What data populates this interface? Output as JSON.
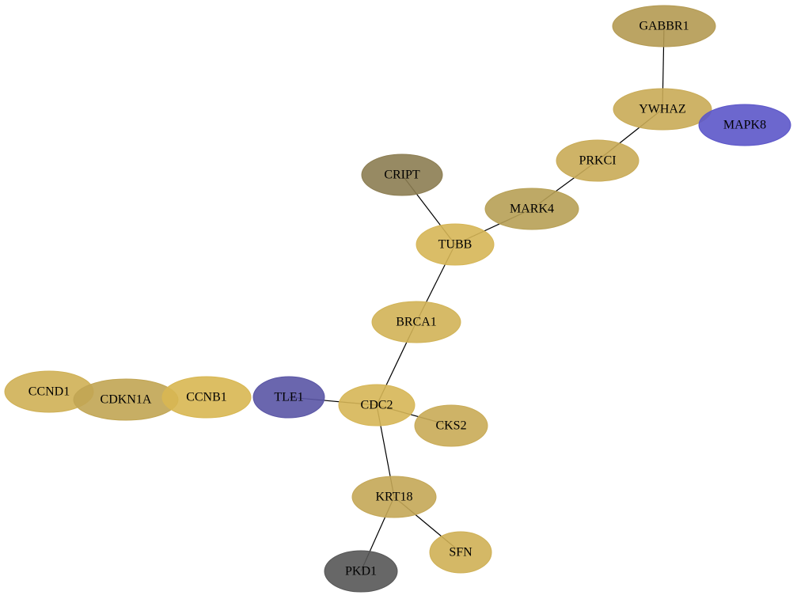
{
  "palette": {
    "gold": "#d3b352",
    "gold_light": "#d8ba56",
    "olive_gold": "#b49a52",
    "tan": "#c4a757",
    "dark_olive": "#8c7d52",
    "purple": "#5a55a5",
    "blue_purple": "#5c56c9",
    "gray": "#575757"
  },
  "nodes": [
    {
      "id": "GABBR1",
      "label": "GABBR1",
      "color": "#b49a52"
    },
    {
      "id": "YWHAZ",
      "label": "YWHAZ",
      "color": "#c9ab57"
    },
    {
      "id": "MAPK8",
      "label": "MAPK8",
      "color": "#5c56c9"
    },
    {
      "id": "PRKCI",
      "label": "PRKCI",
      "color": "#c9ab57"
    },
    {
      "id": "MARK4",
      "label": "MARK4",
      "color": "#b7a055"
    },
    {
      "id": "CRIPT",
      "label": "CRIPT",
      "color": "#8c7d52"
    },
    {
      "id": "TUBB",
      "label": "TUBB",
      "color": "#d6b656"
    },
    {
      "id": "BRCA1",
      "label": "BRCA1",
      "color": "#d1b356"
    },
    {
      "id": "CCND1",
      "label": "CCND1",
      "color": "#cfb055"
    },
    {
      "id": "CDKN1A",
      "label": "CDKN1A",
      "color": "#c1a553"
    },
    {
      "id": "CCNB1",
      "label": "CCNB1",
      "color": "#d8b752"
    },
    {
      "id": "TLE1",
      "label": "TLE1",
      "color": "#5a55a5"
    },
    {
      "id": "CDC2",
      "label": "CDC2",
      "color": "#d6b656"
    },
    {
      "id": "CKS2",
      "label": "CKS2",
      "color": "#c9ab57"
    },
    {
      "id": "KRT18",
      "label": "KRT18",
      "color": "#c4a757"
    },
    {
      "id": "SFN",
      "label": "SFN",
      "color": "#cfb055"
    },
    {
      "id": "PKD1",
      "label": "PKD1",
      "color": "#575757"
    }
  ],
  "edges": [
    [
      "GABBR1",
      "YWHAZ"
    ],
    [
      "YWHAZ",
      "PRKCI"
    ],
    [
      "PRKCI",
      "MARK4"
    ],
    [
      "MARK4",
      "TUBB"
    ],
    [
      "CRIPT",
      "TUBB"
    ],
    [
      "TUBB",
      "BRCA1"
    ],
    [
      "BRCA1",
      "CDC2"
    ],
    [
      "TLE1",
      "CDC2"
    ],
    [
      "CDC2",
      "CKS2"
    ],
    [
      "CDC2",
      "KRT18"
    ],
    [
      "KRT18",
      "SFN"
    ],
    [
      "KRT18",
      "PKD1"
    ]
  ]
}
